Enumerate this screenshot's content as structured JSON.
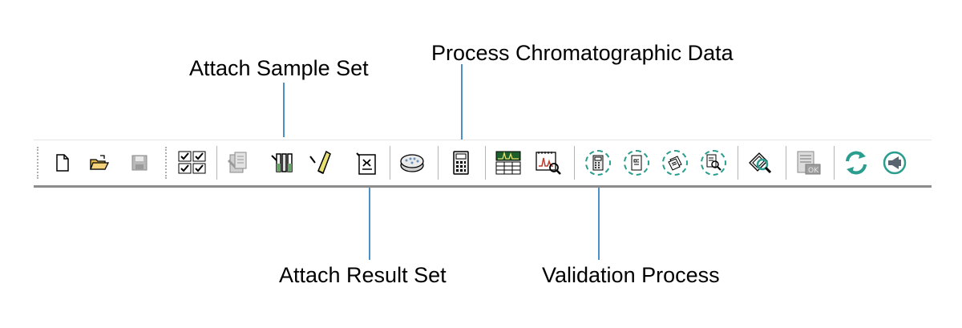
{
  "callouts": {
    "process_chromatographic_data": "Process Chromatographic Data",
    "attach_sample_set": "Attach Sample Set",
    "attach_result_set": "Attach Result Set",
    "validation_process": "Validation Process"
  },
  "toolbar": {
    "buttons": [
      {
        "icon": "new-document-icon"
      },
      {
        "icon": "open-folder-icon"
      },
      {
        "icon": "save-disk-icon"
      },
      {
        "icon": "checkbox-grid-icon"
      },
      {
        "icon": "sample-document-icon"
      },
      {
        "icon": "sample-vials-icon"
      },
      {
        "icon": "single-vial-icon"
      },
      {
        "icon": "result-set-icon"
      },
      {
        "icon": "sample-tray-icon"
      },
      {
        "icon": "calculator-icon"
      },
      {
        "icon": "peak-table-icon"
      },
      {
        "icon": "chromatogram-zoom-icon"
      },
      {
        "icon": "validation-calculator-icon"
      },
      {
        "icon": "validation-document-icon"
      },
      {
        "icon": "validation-stack-icon"
      },
      {
        "icon": "validation-search-icon"
      },
      {
        "icon": "review-magnifier-icon"
      },
      {
        "icon": "ok-report-icon"
      },
      {
        "icon": "refresh-arrows-icon"
      },
      {
        "icon": "announce-icon"
      }
    ]
  },
  "colors": {
    "leader_line": "#4a90c9",
    "validation_ring": "#2a9d8f"
  }
}
